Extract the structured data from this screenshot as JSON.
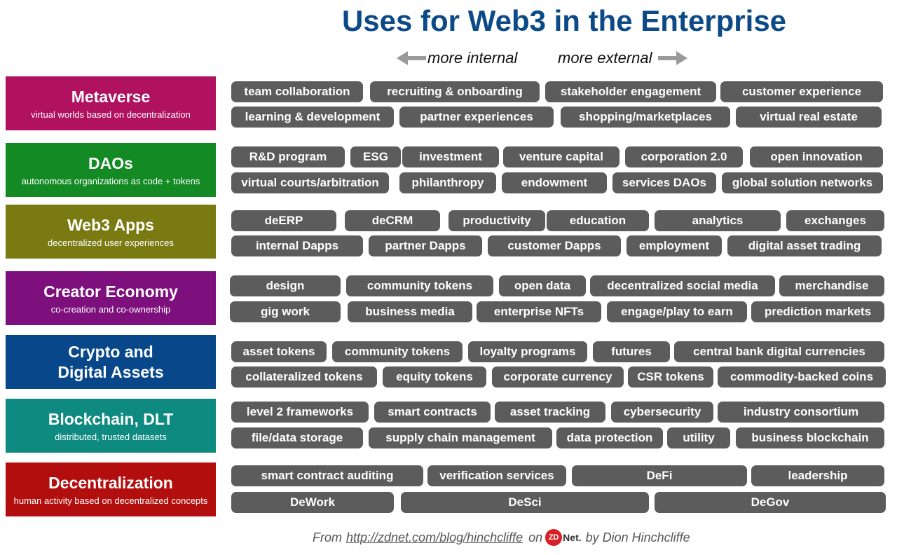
{
  "title": "Uses for Web3 in the Enterprise",
  "direction": {
    "left": "more internal",
    "right": "more external"
  },
  "categories": [
    {
      "name": "Metaverse",
      "subtitle": "virtual worlds based on decentralization",
      "color": "#b0125f"
    },
    {
      "name": "DAOs",
      "subtitle": "autonomous organizations as code + tokens",
      "color": "#138a24"
    },
    {
      "name": "Web3 Apps",
      "subtitle": "decentralized user experiences",
      "color": "#7a7a12"
    },
    {
      "name": "Creator Economy",
      "subtitle": "co-creation and co-ownership",
      "color": "#7e107e"
    },
    {
      "name": "Crypto and\nDigital Assets",
      "subtitle": "",
      "color": "#08488a"
    },
    {
      "name": "Blockchain, DLT",
      "subtitle": "distributed, trusted datasets",
      "color": "#0f8a80"
    },
    {
      "name": "Decentralization",
      "subtitle": "human activity based on decentralized concepts",
      "color": "#b30e0e"
    }
  ],
  "rows": [
    [
      [
        "team collaboration",
        "recruiting & onboarding",
        "stakeholder engagement",
        "customer experience"
      ],
      [
        "learning & development",
        "partner experiences",
        "shopping/marketplaces",
        "virtual real estate"
      ]
    ],
    [
      [
        "R&D program",
        "ESG",
        "investment",
        "venture capital",
        "corporation 2.0",
        "open innovation"
      ],
      [
        "virtual courts/arbitration",
        "philanthropy",
        "endowment",
        "services DAOs",
        "global solution networks"
      ]
    ],
    [
      [
        "deERP",
        "deCRM",
        "productivity",
        "education",
        "analytics",
        "exchanges"
      ],
      [
        "internal Dapps",
        "partner Dapps",
        "customer Dapps",
        "employment",
        "digital asset trading"
      ]
    ],
    [
      [
        "design",
        "community tokens",
        "open data",
        "decentralized social media",
        "merchandise"
      ],
      [
        "gig work",
        "business media",
        "enterprise NFTs",
        "engage/play to earn",
        "prediction markets"
      ]
    ],
    [
      [
        "asset tokens",
        "community tokens",
        "loyalty programs",
        "futures",
        "central bank digital currencies"
      ],
      [
        "collateralized tokens",
        "equity tokens",
        "corporate currency",
        "CSR tokens",
        "commodity-backed coins"
      ]
    ],
    [
      [
        "level 2 frameworks",
        "smart contracts",
        "asset tracking",
        "cybersecurity",
        "industry consortium"
      ],
      [
        "file/data storage",
        "supply chain management",
        "data protection",
        "utility",
        "business blockchain"
      ]
    ],
    [
      [
        "smart contract auditing",
        "verification services",
        "DeFi",
        "leadership"
      ],
      [
        "DeWork",
        "DeSci",
        "DeGov"
      ]
    ]
  ],
  "footer": {
    "from": "From",
    "link": "http://zdnet.com/blog/hinchcliffe",
    "on": "on",
    "logo_badge": "ZD",
    "logo_net": "Net.",
    "by": "by Dion Hinchcliffe",
    "logo_color": "#d61f26"
  }
}
